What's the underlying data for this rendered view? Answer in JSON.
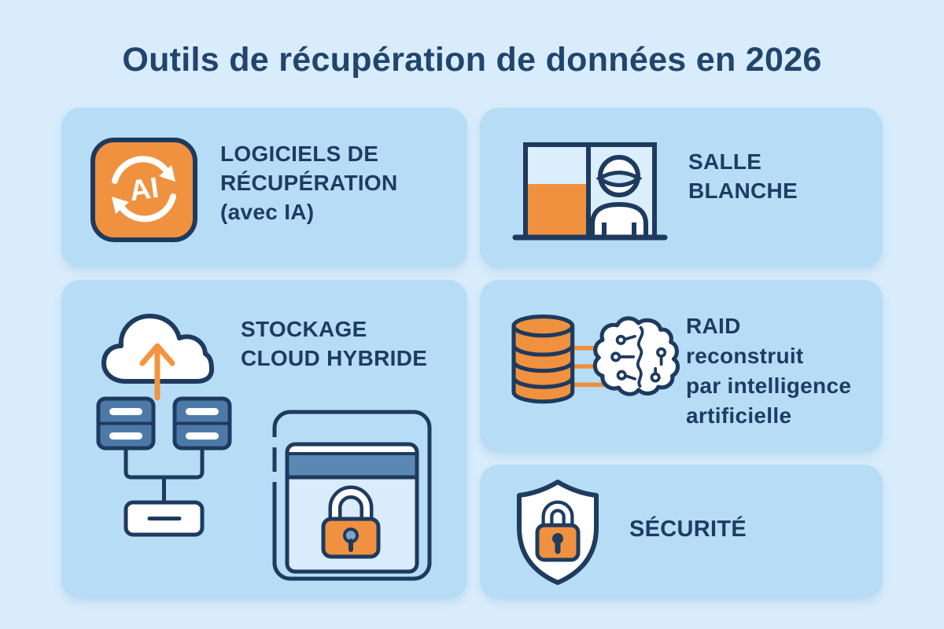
{
  "title": "Outils de récupération de données en 2026",
  "cards": {
    "recovery_software": {
      "lines": [
        "LOGICIELS DE",
        "RÉCUPÉRATION",
        "(avec IA)"
      ],
      "icon": "ai-refresh-icon",
      "icon_text": "AI"
    },
    "cleanroom": {
      "lines": [
        "SALLE",
        "BLANCHE"
      ],
      "icon": "cleanroom-technician-icon"
    },
    "hybrid_cloud": {
      "lines": [
        "STOCKAGE",
        "CLOUD HYBRIDE"
      ],
      "icons": [
        "cloud-upload-icon",
        "server-cluster-icon",
        "secure-window-lock-icon"
      ]
    },
    "raid_ai": {
      "lines": [
        "RAID",
        "reconstruit",
        "par intelligence",
        "artificielle"
      ],
      "icon": "database-brain-icon"
    },
    "security": {
      "lines": [
        "SÉCURITÉ"
      ],
      "icon": "shield-lock-icon"
    }
  },
  "colors": {
    "page_background": "#d8ecfb",
    "card_background": "#b7ddf6",
    "navy": "#1e3c63",
    "orange": "#f0913f",
    "steel_blue": "#4d79a8",
    "light_pane": "#d9ecfb",
    "white": "#ffffff"
  }
}
